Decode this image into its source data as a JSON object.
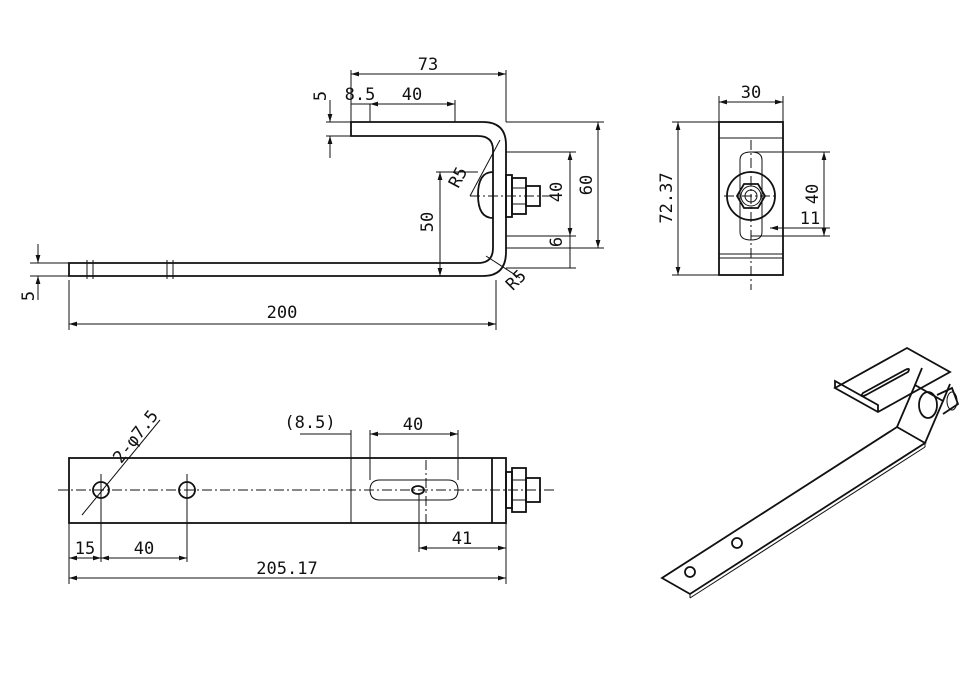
{
  "dimensions": {
    "side_top_total": "73",
    "side_top_thickness": "5",
    "side_top_offset": "8.5",
    "side_top_slot": "40",
    "side_radius_upper": "R5",
    "side_radius_lower": "R5",
    "side_height_50": "50",
    "side_slot_40": "40",
    "side_height_60": "60",
    "side_offset_6": "6",
    "side_base_thickness": "5",
    "side_length": "200",
    "end_width": "30",
    "end_height": "72.37",
    "end_slot_40": "40",
    "end_offset_11": "11",
    "plan_offset_ref": "(8.5)",
    "plan_slot_40": "40",
    "plan_holes": "2-φ7.5",
    "plan_hole_offset": "15",
    "plan_hole_spacing": "40",
    "plan_slot_pos": "41",
    "plan_total_length": "205.17"
  }
}
